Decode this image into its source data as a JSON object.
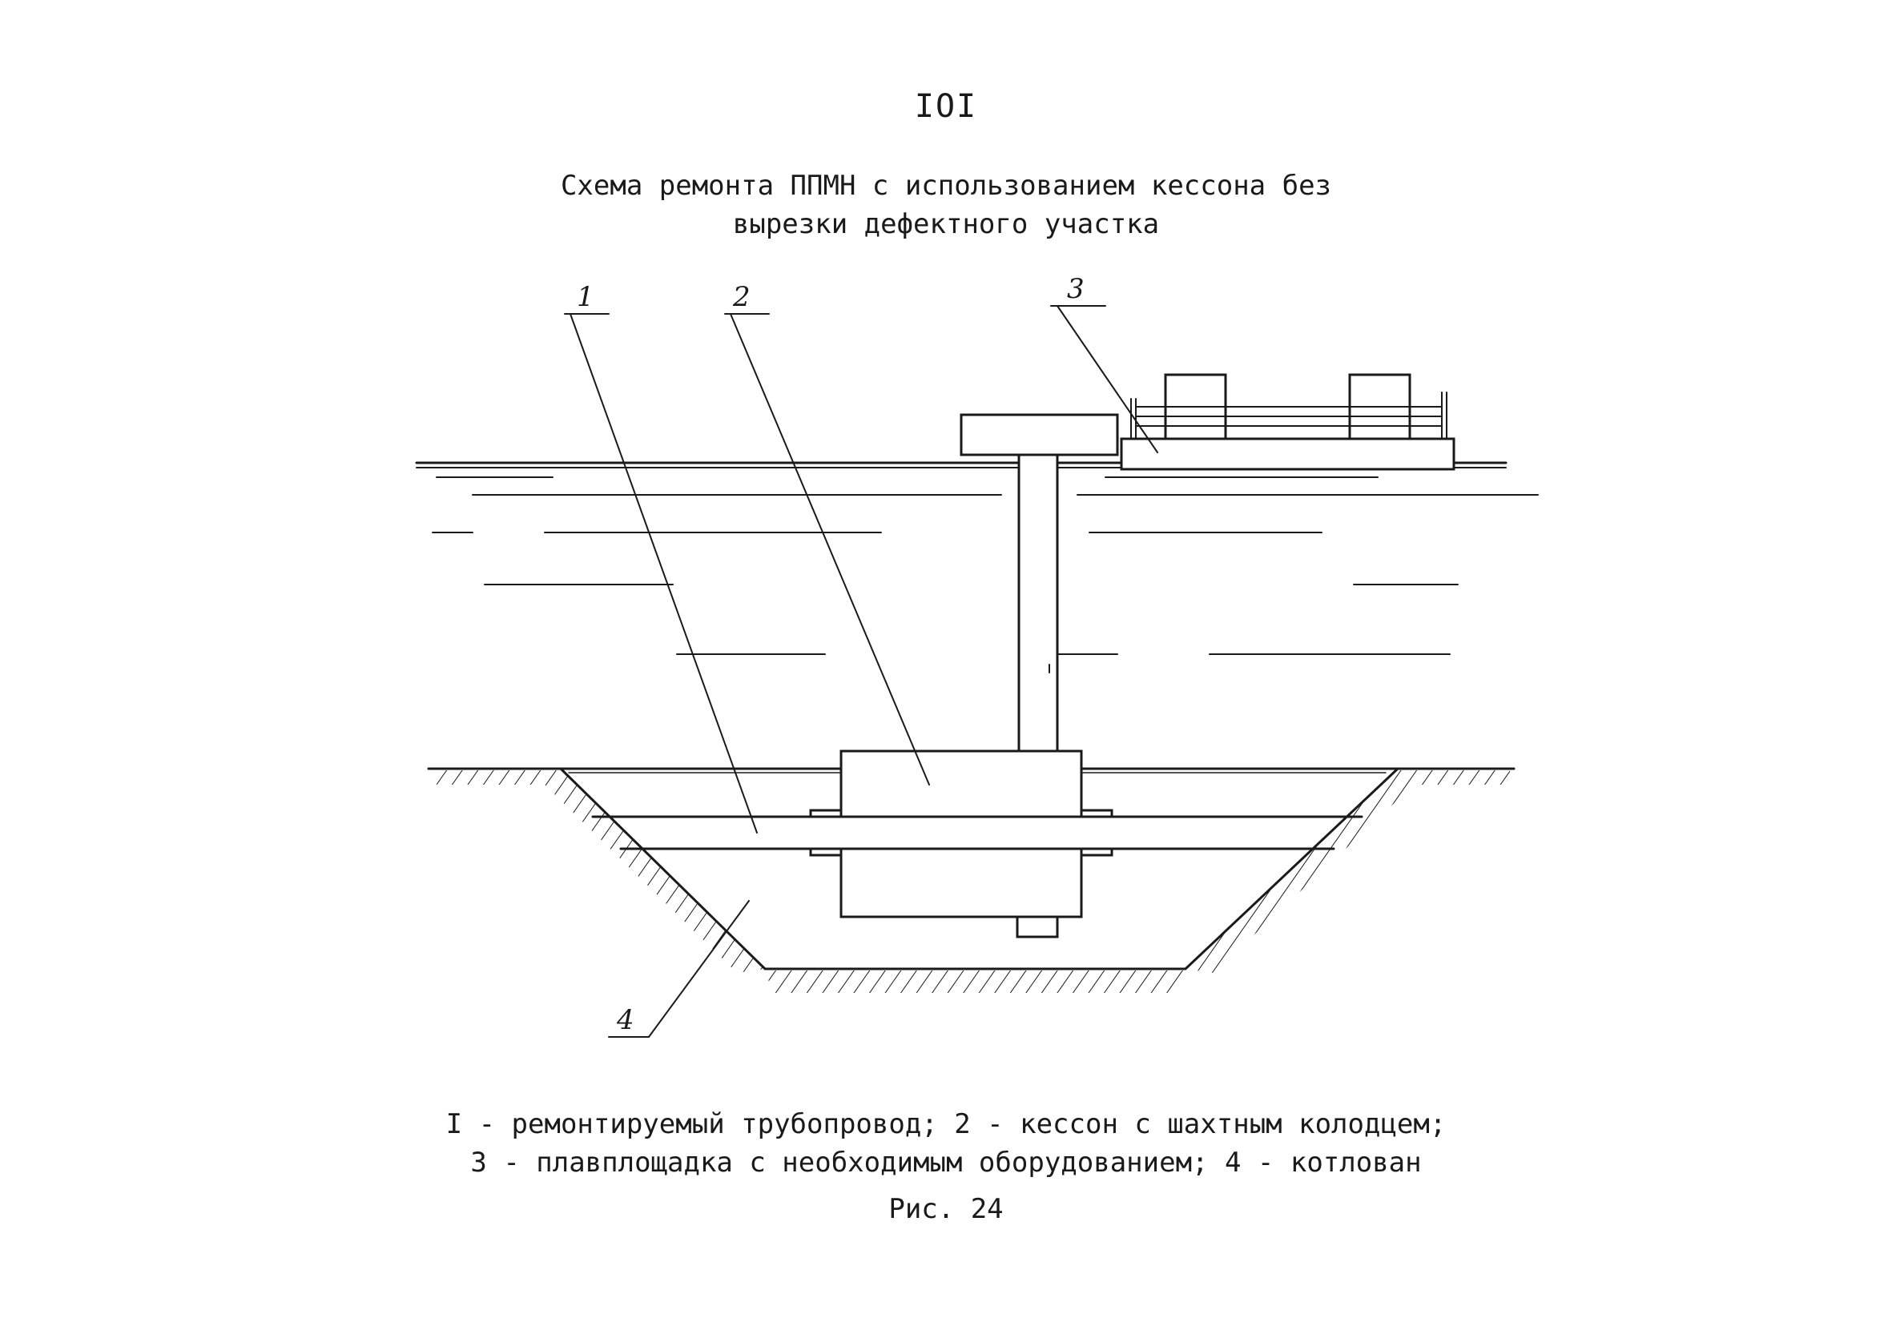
{
  "page_number": "IOI",
  "title_line1": "Схема ремонта ППМН с использованием кессона без",
  "title_line2": "вырезки дефектного участка",
  "callouts": {
    "c1": "1",
    "c2": "2",
    "c3": "3",
    "c4": "4"
  },
  "legend_line1": "I - ремонтируемый трубопровод; 2 - кессон с шахтным колодцем;",
  "legend_line2": "3 - плавплощадка с необходимым оборудованием; 4 - котлован",
  "figure_caption": "Рис. 24"
}
